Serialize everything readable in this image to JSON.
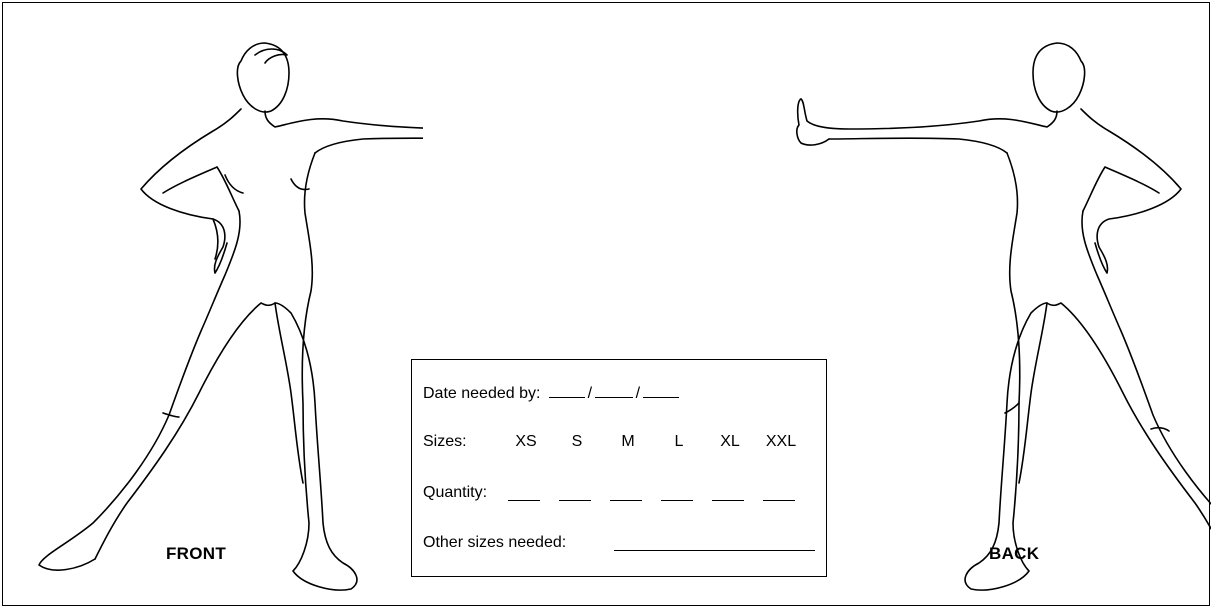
{
  "form": {
    "front_label": "FRONT",
    "back_label": "BACK",
    "date_label": "Date needed by:",
    "date_separator": "/",
    "sizes_label": "Sizes:",
    "sizes": [
      "XS",
      "S",
      "M",
      "L",
      "XL",
      "XXL"
    ],
    "quantity_label": "Quantity:",
    "other_sizes_label": "Other sizes needed:"
  }
}
